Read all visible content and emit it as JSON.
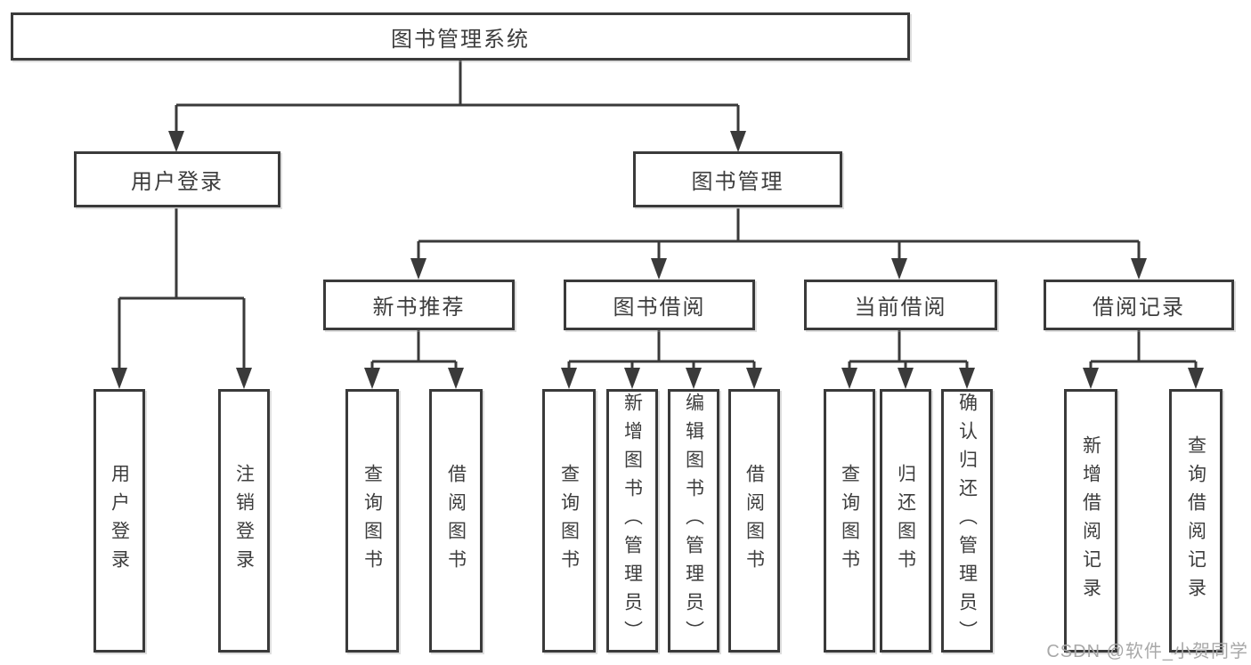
{
  "tree": {
    "label": "图书管理系统",
    "children": [
      {
        "label": "用户登录",
        "children": [
          {
            "label": "用户登录"
          },
          {
            "label": "注销登录"
          }
        ]
      },
      {
        "label": "图书管理",
        "children": [
          {
            "label": "新书推荐",
            "children": [
              {
                "label": "查询图书"
              },
              {
                "label": "借阅图书"
              }
            ]
          },
          {
            "label": "图书借阅",
            "children": [
              {
                "label": "查询图书"
              },
              {
                "label": "新增图书（管理员）"
              },
              {
                "label": "编辑图书（管理员）"
              },
              {
                "label": "借阅图书"
              }
            ]
          },
          {
            "label": "当前借阅",
            "children": [
              {
                "label": "查询图书"
              },
              {
                "label": "归还图书"
              },
              {
                "label": "确认归还（管理员）"
              }
            ]
          },
          {
            "label": "借阅记录",
            "children": [
              {
                "label": "新增借阅记录"
              },
              {
                "label": "查询借阅记录"
              }
            ]
          }
        ]
      }
    ]
  },
  "watermark": {
    "text": "CSDN @软件_小贺同学"
  },
  "colors": {
    "line": "#3a3a3a",
    "box_border": "#3a3a3a",
    "label_text": "#3d3d3d",
    "watermark_text": "#a8a8a8",
    "background": "#ffffff"
  }
}
